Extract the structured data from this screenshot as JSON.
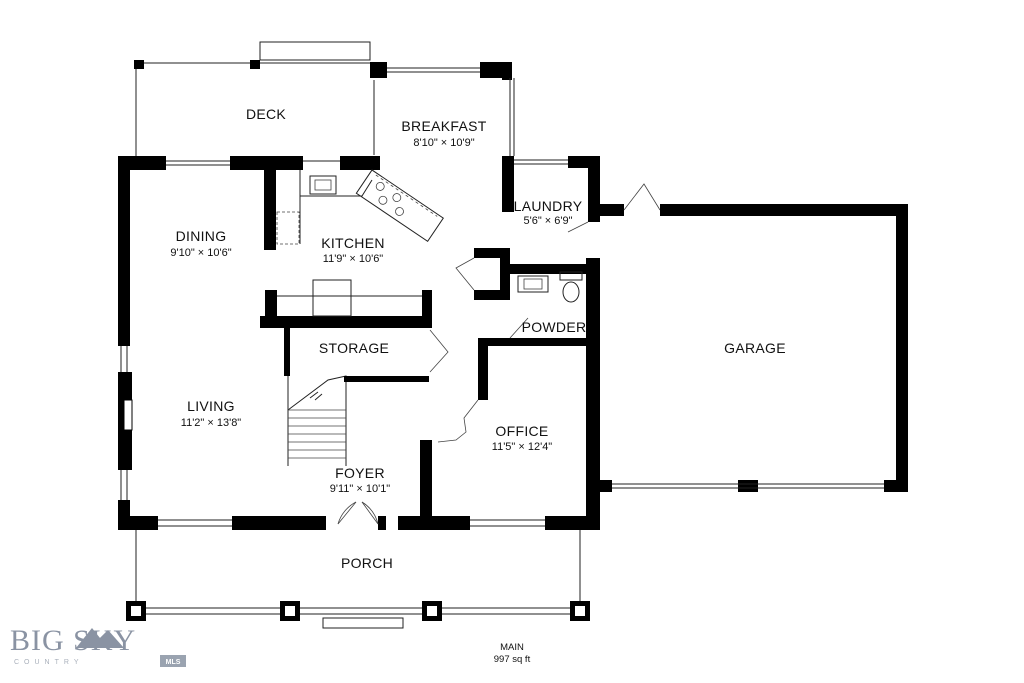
{
  "rooms": {
    "deck": {
      "label": "DECK"
    },
    "breakfast": {
      "label": "BREAKFAST",
      "dims": "8'10\" × 10'9\""
    },
    "laundry": {
      "label": "LAUNDRY",
      "dims": "5'6\" × 6'9\""
    },
    "dining": {
      "label": "DINING",
      "dims": "9'10\" × 10'6\""
    },
    "kitchen": {
      "label": "KITCHEN",
      "dims": "11'9\" × 10'6\""
    },
    "powder": {
      "label": "POWDER"
    },
    "storage": {
      "label": "STORAGE"
    },
    "garage": {
      "label": "GARAGE"
    },
    "living": {
      "label": "LIVING",
      "dims": "11'2\" × 13'8\""
    },
    "office": {
      "label": "OFFICE",
      "dims": "11'5\" × 12'4\""
    },
    "foyer": {
      "label": "FOYER",
      "dims": "9'11\" × 10'1\""
    },
    "porch": {
      "label": "PORCH"
    }
  },
  "floor": {
    "name": "MAIN",
    "area": "997 sq ft"
  },
  "branding": {
    "text": "BIG SKY",
    "sub": "COUNTRY",
    "badge": "MLS"
  },
  "colors": {
    "wall": "#000000",
    "brand": "#8a93a3"
  }
}
